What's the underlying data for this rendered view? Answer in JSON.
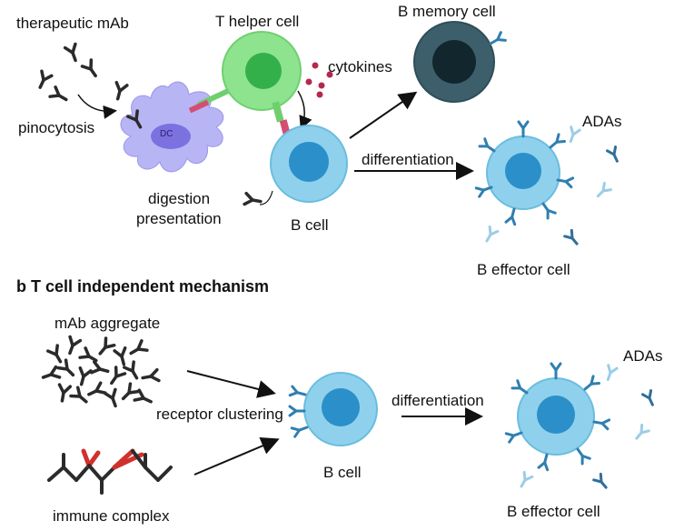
{
  "panel_a": {
    "therapeutic_mab": "therapeutic mAb",
    "t_helper_cell": "T helper cell",
    "b_memory_cell": "B memory cell",
    "cytokines": "cytokines",
    "pinocytosis": "pinocytosis",
    "dc": "DC",
    "ada": "ADAs",
    "digestion": "digestion",
    "presentation": "presentation",
    "b_cell": "B cell",
    "differentiation": "differentiation",
    "b_effector_cell": "B effector cell"
  },
  "panel_b": {
    "title": "b T cell independent mechanism",
    "mab_aggregate": "mAb aggregate",
    "receptor_clustering": "receptor clustering",
    "immune_complex": "immune complex",
    "differentiation": "differentiation",
    "b_cell": "B cell",
    "ada": "ADAs",
    "b_effector_cell": "B effector cell"
  },
  "colors": {
    "b_cell_fill": "#8fd1ec",
    "b_cell_nucleus": "#2b8fc9",
    "t_cell_fill": "#8ee38e",
    "t_cell_nucleus": "#33b04a",
    "dc_fill": "#b8b5f5",
    "dc_nucleus": "#7b72e0",
    "memory_fill": "#3d5f6b",
    "memory_nucleus": "#12262d",
    "receptor": "#2f7fb1",
    "ada": "#9ccde6",
    "antibody": "#2b2b2b",
    "complex_link": "#d0312d",
    "cytokine": "#b3294e"
  }
}
